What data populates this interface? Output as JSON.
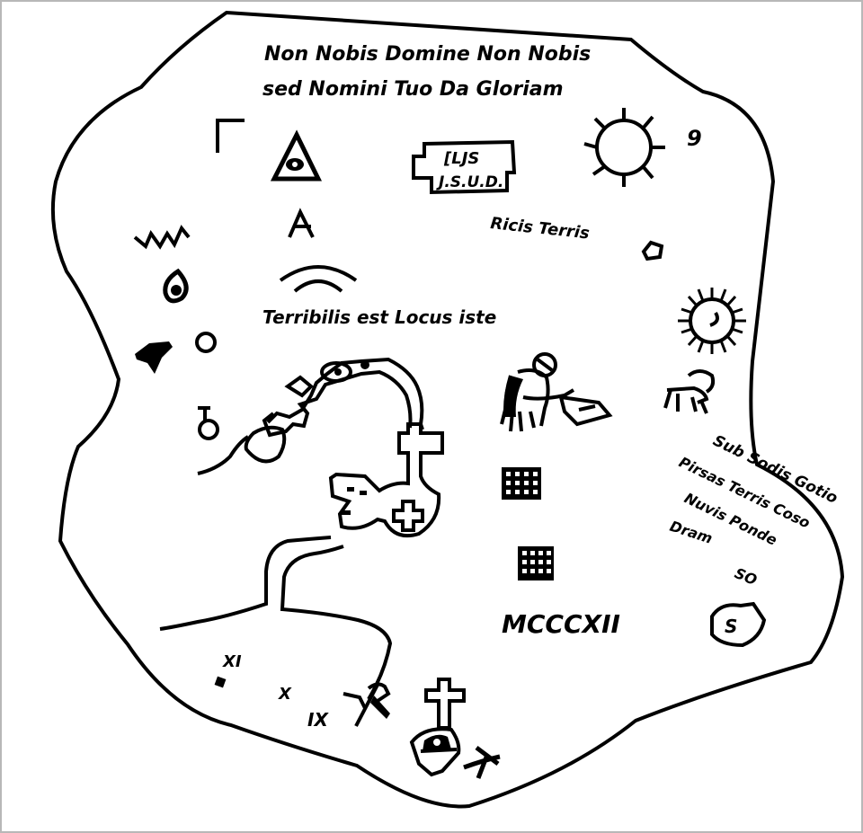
{
  "map": {
    "motto_line1": "Non Nobis Domine Non Nobis",
    "motto_line2": "sed Nomini Tuo Da Gloriam",
    "cartouche_line1": "[LJS",
    "cartouche_line2": "J.S.U.D.",
    "sun_numeral": "9",
    "phrase_right": "Ricis Terris",
    "phrase_center": "Terribilis est Locus iste",
    "inscription_line1": "Sub Sodis Gotio",
    "inscription_line2": "Pirsas Terris Coso",
    "inscription_line3": "Nuvis Ponde",
    "inscription_line4": "Dram",
    "inscription_line5": "SO",
    "date": "MCCCXII",
    "numeral_xi": "XI",
    "numeral_x": "X",
    "numeral_ix": "IX",
    "shield_letter": "S",
    "ink_color": "#000000",
    "paper_color": "#ffffff"
  }
}
